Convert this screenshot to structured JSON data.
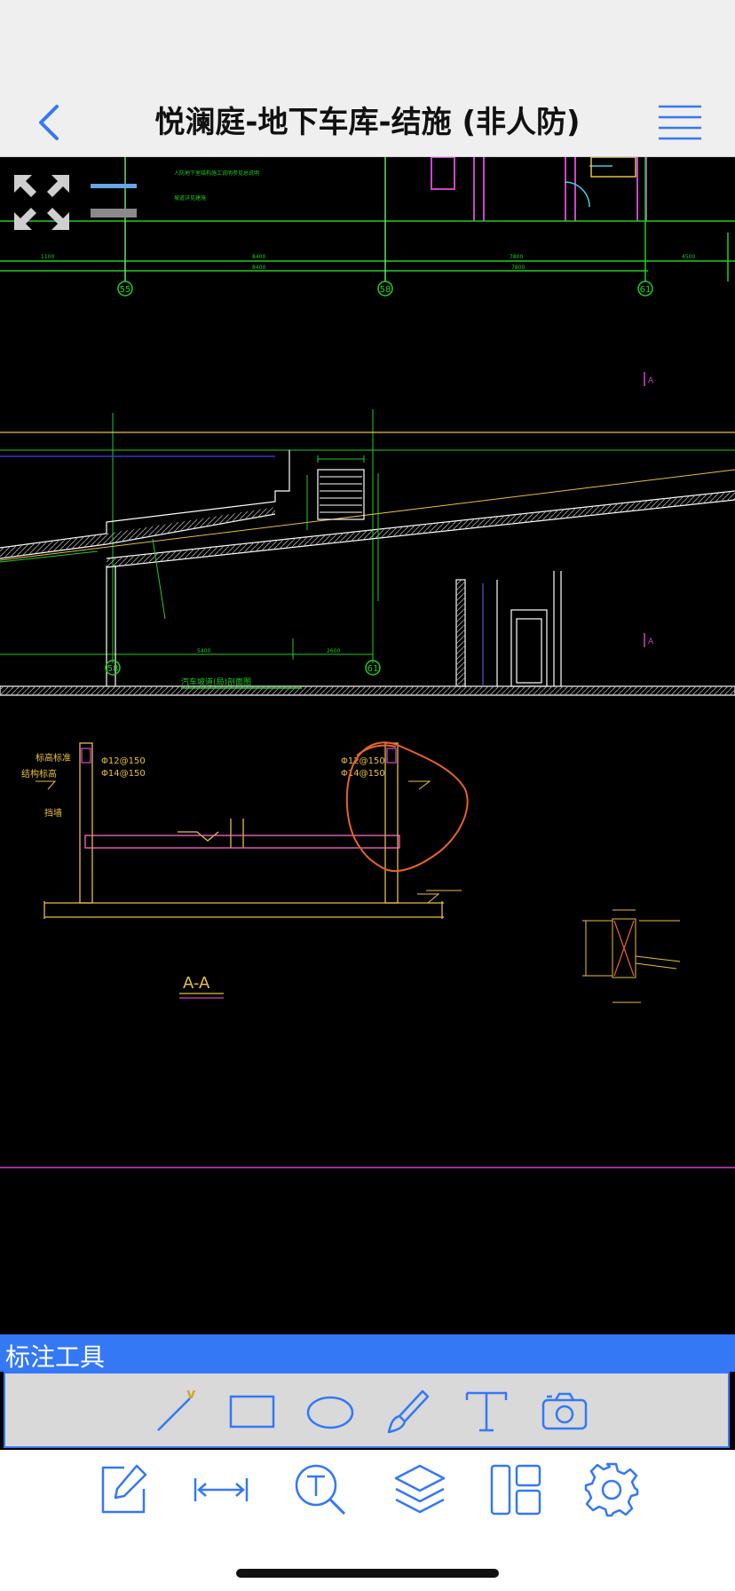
{
  "nav": {
    "title": "悦澜庭-地下车库-结施 (非人防)",
    "back_icon": "chevron-left-icon",
    "menu_icon": "hamburger-menu-icon"
  },
  "drawing": {
    "axis_labels": [
      "55",
      "58",
      "61",
      "58",
      "61"
    ],
    "section_marks": [
      "A",
      "A"
    ],
    "section_title": "A-A",
    "detail_title": "汽车坡道(局)剖面图",
    "annotations": [
      "Φ12@150",
      "Φ14@150",
      "标高标准",
      "挡墙",
      "结构标高",
      "Φ12@150",
      "Φ14@150"
    ],
    "colors": {
      "axis_green": "#22cc22",
      "wall_magenta": "#cc44cc",
      "section_yellow": "#e8c040",
      "markup_orange": "#e8622a",
      "cyan": "#44ccdd"
    }
  },
  "annotation_tools": {
    "title": "标注工具",
    "tools": [
      {
        "name": "line-tool",
        "icon": "line-icon"
      },
      {
        "name": "rectangle-tool",
        "icon": "rectangle-icon"
      },
      {
        "name": "ellipse-tool",
        "icon": "ellipse-icon"
      },
      {
        "name": "brush-tool",
        "icon": "brush-icon"
      },
      {
        "name": "text-tool",
        "icon": "text-icon"
      },
      {
        "name": "camera-tool",
        "icon": "camera-icon"
      }
    ],
    "active_mark": "v"
  },
  "bottom_tabs": [
    {
      "name": "annotate",
      "icon": "edit-icon"
    },
    {
      "name": "measure",
      "icon": "measure-icon"
    },
    {
      "name": "text-search",
      "icon": "text-search-icon"
    },
    {
      "name": "layers",
      "icon": "layers-icon"
    },
    {
      "name": "layout",
      "icon": "layout-icon"
    },
    {
      "name": "settings",
      "icon": "gear-icon"
    }
  ]
}
